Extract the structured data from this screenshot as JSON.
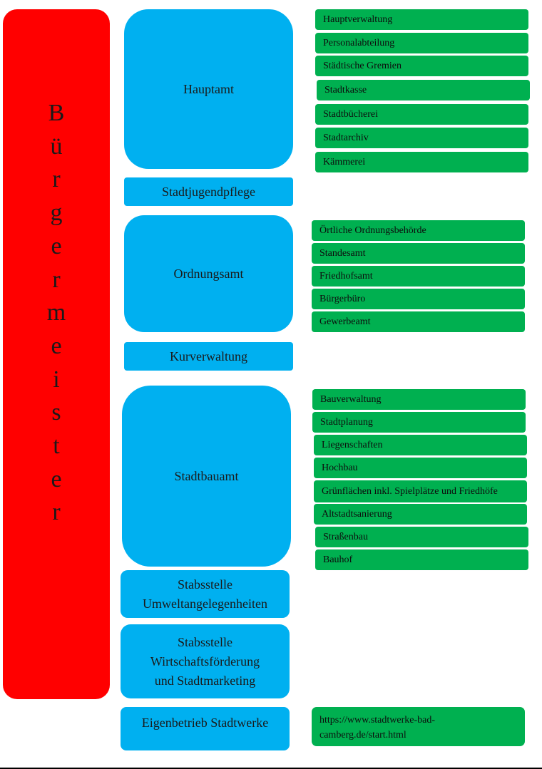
{
  "leader": {
    "letters": [
      "B",
      "ü",
      "r",
      "g",
      "e",
      "r",
      "m",
      "e",
      "i",
      "s",
      "t",
      "e",
      "r"
    ]
  },
  "offices": {
    "hauptamt": "Hauptamt",
    "stadtjugendpflege": "Stadtjugendpflege",
    "ordnungsamt": "Ordnungsamt",
    "kurverwaltung": "Kurverwaltung",
    "stadtbauamt": "Stadtbauamt",
    "umwelt": "Stabsstelle\nUmweltangelegenheiten",
    "wirtschaft": "Stabsstelle\nWirtschaftsförderung\nund Stadtmarketing",
    "stadtwerke": "Eigenbetrieb Stadtwerke"
  },
  "hauptamt_units": [
    "Hauptverwaltung",
    "Personalabteilung",
    "Städtische Gremien",
    "Stadtkasse",
    "Stadtbücherei",
    "Stadtarchiv",
    "Kämmerei"
  ],
  "ordnungsamt_units": [
    "Örtliche Ordnungsbehörde",
    "Standesamt",
    "Friedhofsamt",
    "Bürgerbüro",
    "Gewerbeamt"
  ],
  "stadtbauamt_units": [
    "Bauverwaltung",
    "Stadtplanung",
    "Liegenschaften",
    "Hochbau",
    "Grünflächen inkl. Spielplätze und Friedhöfe",
    "Altstadtsanierung",
    "Straßenbau",
    "Bauhof"
  ],
  "stadtwerke_link": "https://www.stadtwerke-bad-camberg.de/start.html",
  "colors": {
    "leader": "#ff0000",
    "office": "#00b0f0",
    "unit": "#00b050"
  }
}
